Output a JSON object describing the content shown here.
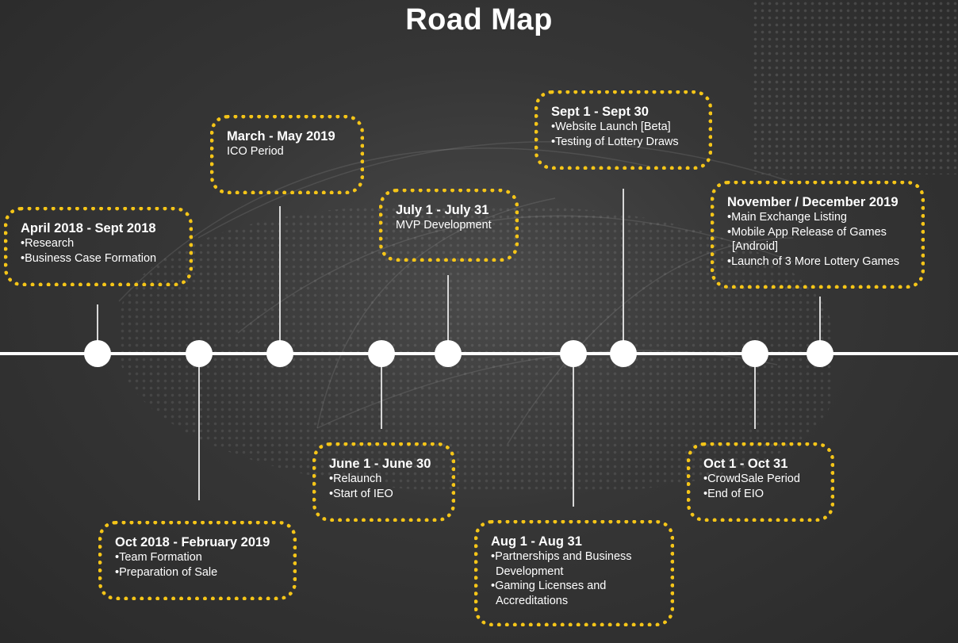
{
  "title": "Road Map",
  "milestones": [
    {
      "date": "April 2018 - Sept 2018",
      "items": [
        "•Research",
        "•Business Case Formation"
      ]
    },
    {
      "date": "Oct 2018 - February 2019",
      "items": [
        "•Team Formation",
        "•Preparation of Sale"
      ]
    },
    {
      "date": "March - May 2019",
      "items": [
        "ICO Period"
      ]
    },
    {
      "date": "June 1 - June 30",
      "items": [
        "•Relaunch",
        "•Start of IEO"
      ]
    },
    {
      "date": "July 1 - July 31",
      "items": [
        "MVP Development"
      ]
    },
    {
      "date": "Aug 1  - Aug 31",
      "items": [
        "•Partnerships and Business",
        "Development",
        "•Gaming Licenses and",
        "Accreditations"
      ]
    },
    {
      "date": "Sept 1 - Sept 30",
      "items": [
        "•Website Launch [Beta]",
        "•Testing of Lottery Draws"
      ]
    },
    {
      "date": "Oct 1 - Oct 31",
      "items": [
        "•CrowdSale Period",
        "•End of EIO"
      ]
    },
    {
      "date": "November / December 2019",
      "items": [
        "•Main Exchange Listing",
        "•Mobile App Release of Games",
        "[Android]",
        "•Launch of 3 More Lottery Games"
      ]
    }
  ],
  "colors": {
    "accent": "#f5c518",
    "background": "#333333",
    "line": "#ffffff"
  }
}
